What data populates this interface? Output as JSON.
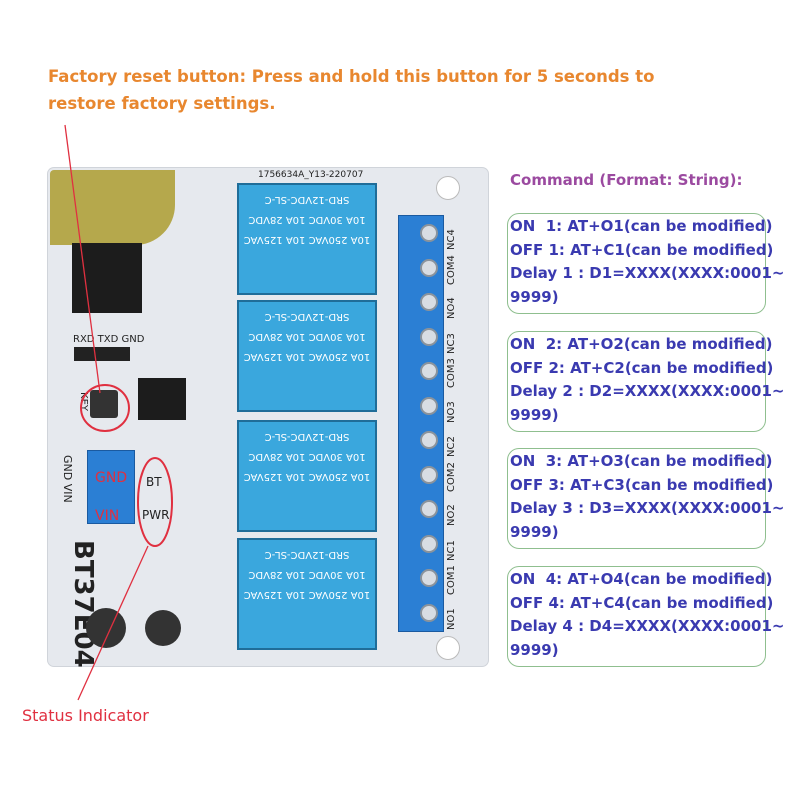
{
  "annotations": {
    "reset_line1": "Factory reset button: Press and hold this button for 5 seconds to",
    "reset_line2": "restore factory settings.",
    "status_indicator": "Status Indicator"
  },
  "commands": {
    "title": "Command (Format: String):",
    "boxes": [
      {
        "on": "ON  1: AT+O1(can be modified)",
        "off": "OFF 1: AT+C1(can be modified)",
        "delay": "Delay 1 : D1=XXXX(XXXX:0001~",
        "range": "9999)"
      },
      {
        "on": "ON  2: AT+O2(can be modified)",
        "off": "OFF 2: AT+C2(can be modified)",
        "delay": "Delay 2 : D2=XXXX(XXXX:0001~",
        "range": "9999)"
      },
      {
        "on": "ON  3: AT+O3(can be modified)",
        "off": "OFF 3: AT+C3(can be modified)",
        "delay": "Delay 3 : D3=XXXX(XXXX:0001~",
        "range": "9999)"
      },
      {
        "on": "ON  4: AT+O4(can be modified)",
        "off": "OFF 4: AT+C4(can be modified)",
        "delay": "Delay 4 : D4=XXXX(XXXX:0001~",
        "range": "9999)"
      }
    ]
  },
  "board": {
    "serial": "1756634A_Y13-220707",
    "model": "BT37E04",
    "header_pins": "RXD TXD GND",
    "key": "KEY",
    "power_terminal": "GND VIN",
    "gnd": "GND",
    "vin": "VIN",
    "bt": "BT",
    "pwr": "PWR",
    "relay_text": [
      "SRD-12VDC-SL-C",
      "10A 30VDC 10A 28VDC",
      "10A 250VAC 10A 125VAC"
    ],
    "terminals": [
      "NC4",
      "COM4",
      "NO4",
      "NC3",
      "COM3",
      "NO3",
      "NC2",
      "COM2",
      "NO2",
      "NC1",
      "COM1",
      "NO1"
    ]
  },
  "colors": {
    "note": "#e8872f",
    "command_title": "#9b4aa0",
    "command_text": "#3a3ab0",
    "relay": "#3aa7dd",
    "terminal": "#2b7fd4",
    "annotation_red": "#e03040"
  }
}
